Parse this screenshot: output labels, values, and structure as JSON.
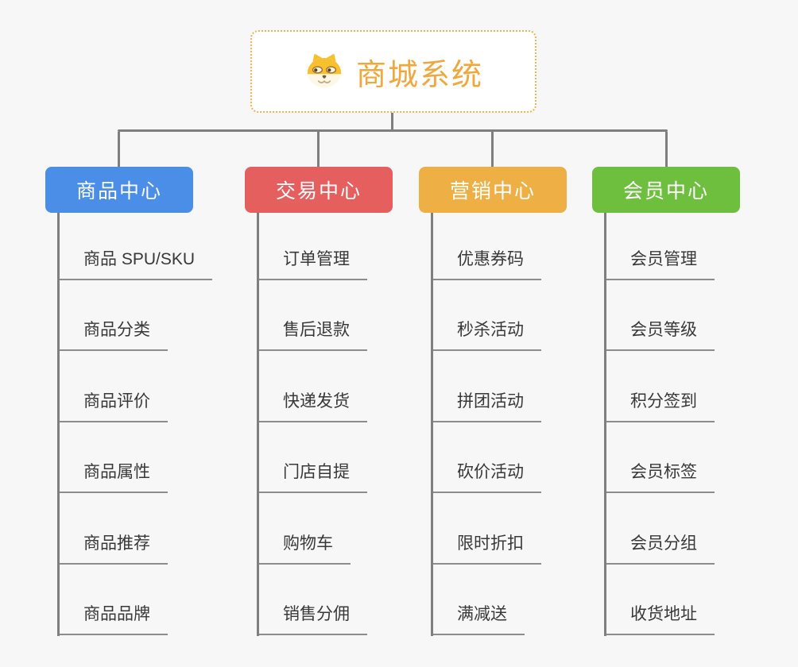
{
  "theme": {
    "background": "#f7f7f7",
    "connector": "#7f7f7f",
    "underline": "#8c8c8c",
    "item_text": "#383838",
    "node_text": "#ffffff",
    "root_bg": "#ffffff",
    "root_border": "#f6b14e",
    "root_text": "#f0a73c"
  },
  "root": {
    "title": "商城系统",
    "icon": "dog-face-icon"
  },
  "branches": [
    {
      "label": "商品中心",
      "color": "#4a8ee8",
      "items": [
        "商品 SPU/SKU",
        "商品分类",
        "商品评价",
        "商品属性",
        "商品推荐",
        "商品品牌"
      ]
    },
    {
      "label": "交易中心",
      "color": "#e55f5f",
      "items": [
        "订单管理",
        "售后退款",
        "快递发货",
        "门店自提",
        "购物车",
        "销售分佣"
      ]
    },
    {
      "label": "营销中心",
      "color": "#eeb045",
      "items": [
        "优惠券码",
        "秒杀活动",
        "拼团活动",
        "砍价活动",
        "限时折扣",
        "满减送"
      ]
    },
    {
      "label": "会员中心",
      "color": "#6fbf3f",
      "items": [
        "会员管理",
        "会员等级",
        "积分签到",
        "会员标签",
        "会员分组",
        "收货地址"
      ]
    }
  ]
}
